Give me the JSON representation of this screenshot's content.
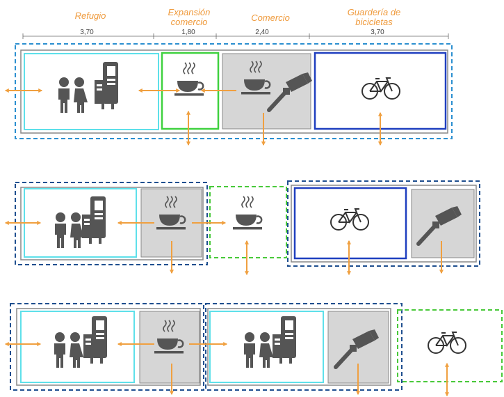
{
  "header": {
    "modules": [
      {
        "name": "Refugio",
        "width": "3,70"
      },
      {
        "name": "Expansión comercio",
        "width": "1,80"
      },
      {
        "name": "Comercio",
        "width": "2,40"
      },
      {
        "name": "Guardería de bicicletas",
        "width": "3,70"
      }
    ]
  },
  "colors": {
    "arrow": "#f0a040",
    "shelter_border": "#5ee0ea",
    "expansion_border": "#3fd13f",
    "bike_border": "#1f3fbf",
    "outer_dashed": "#2b8fd0",
    "group_dashed": "#1f4f8f",
    "optional_dashed": "#49c93a",
    "module_gray": "#d6d6d6",
    "icon": "#555555"
  },
  "icons": [
    "people-icon",
    "atm-icon",
    "coffee-cup-icon",
    "cctv-camera-icon",
    "bicycle-icon",
    "double-arrow-icon"
  ]
}
